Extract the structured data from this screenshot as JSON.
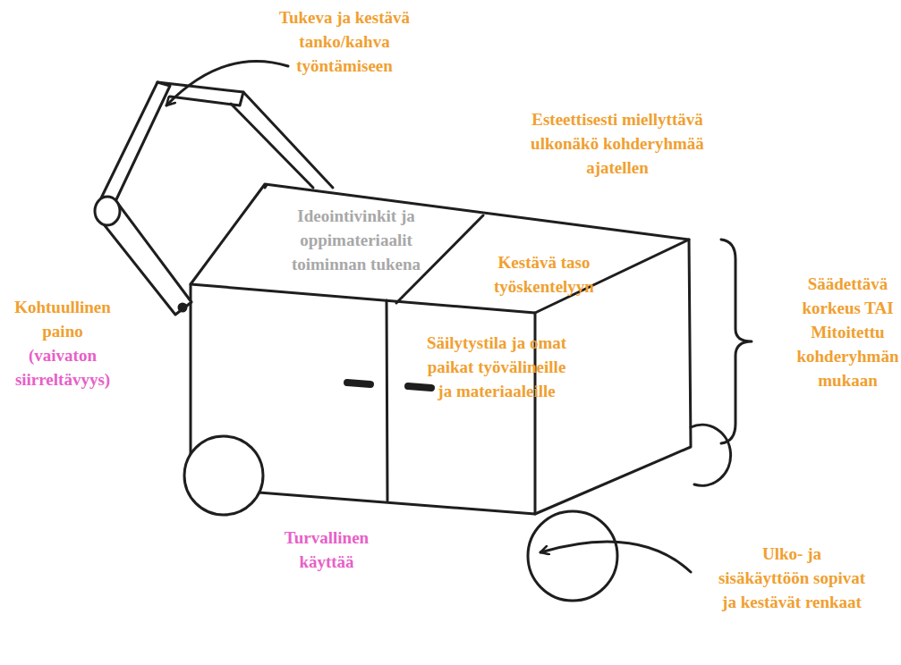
{
  "diagram": {
    "labels": [
      "Tukeva ja kestävä tanko/kahva työntämiseen",
      "Esteettisesti miellyttävä ulkonäkö kohderyhmää ajatellen",
      "Ideointivinkit ja oppimateriaalit toiminnan tukena",
      "Kestävä taso työskentelyyn",
      "Säädettävä korkeus TAI Mitoitettu kohderyhmän mukaan",
      "Kohtuullinen paino",
      "(vaivaton siirreltävyys)",
      "Säilytystila ja omat paikat työvälineille ja materiaaleille",
      "Turvallinen käyttää",
      "Ulko- ja sisäkäyttöön sopivat ja kestävät renkaat"
    ]
  }
}
